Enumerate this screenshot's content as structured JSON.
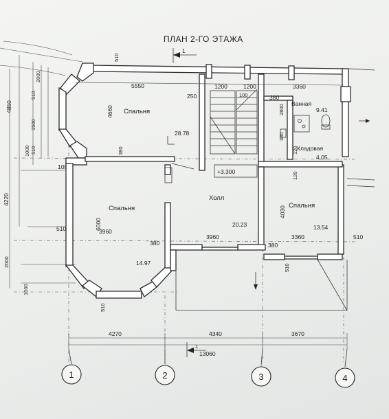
{
  "title": "ПЛАН 2-ГО ЭТАЖА",
  "section_mark": "1",
  "rooms": {
    "bedroom_nw": {
      "name": "Спальня",
      "area": "28.78"
    },
    "bedroom_sw": {
      "name": "Спальня",
      "area": "14.97"
    },
    "hall": {
      "name": "Холл",
      "area": "20.23",
      "level": "+3.300"
    },
    "bathroom": {
      "name": "Ванная",
      "area": "9.41"
    },
    "pantry": {
      "name": "Кладовая",
      "area": "4.05"
    },
    "bedroom_e": {
      "name": "Спальня",
      "area": "13.54"
    }
  },
  "dims": {
    "d5550": "5550",
    "d1200a": "1200",
    "d1200b": "1200",
    "d3360a": "3360",
    "d250": "250",
    "d380a": "380",
    "d100": "100",
    "d4660": "4660",
    "d510a": "510",
    "d4850": "4850",
    "d1500": "1500",
    "d510b": "510",
    "d2000": "2000",
    "d1000a": "1000",
    "d510c": "510",
    "d4220": "4220",
    "d1000b": "1000",
    "d510d": "510",
    "d3960a": "3960",
    "d6000": "6000",
    "d380b": "380",
    "d3960b": "3960",
    "d380c": "380",
    "d3360b": "3360",
    "d510e": "510",
    "d4030": "4030",
    "d2800": "2800",
    "d380d": "380",
    "d120a": "120",
    "d120b": "120",
    "d380e": "380",
    "d510f": "510",
    "d2000b": "2000",
    "d1000c": "1000",
    "d510g": "510",
    "d4270": "4270",
    "d4340": "4340",
    "d3670": "3670",
    "d13060": "13060"
  },
  "axes": [
    "1",
    "2",
    "3",
    "4"
  ]
}
